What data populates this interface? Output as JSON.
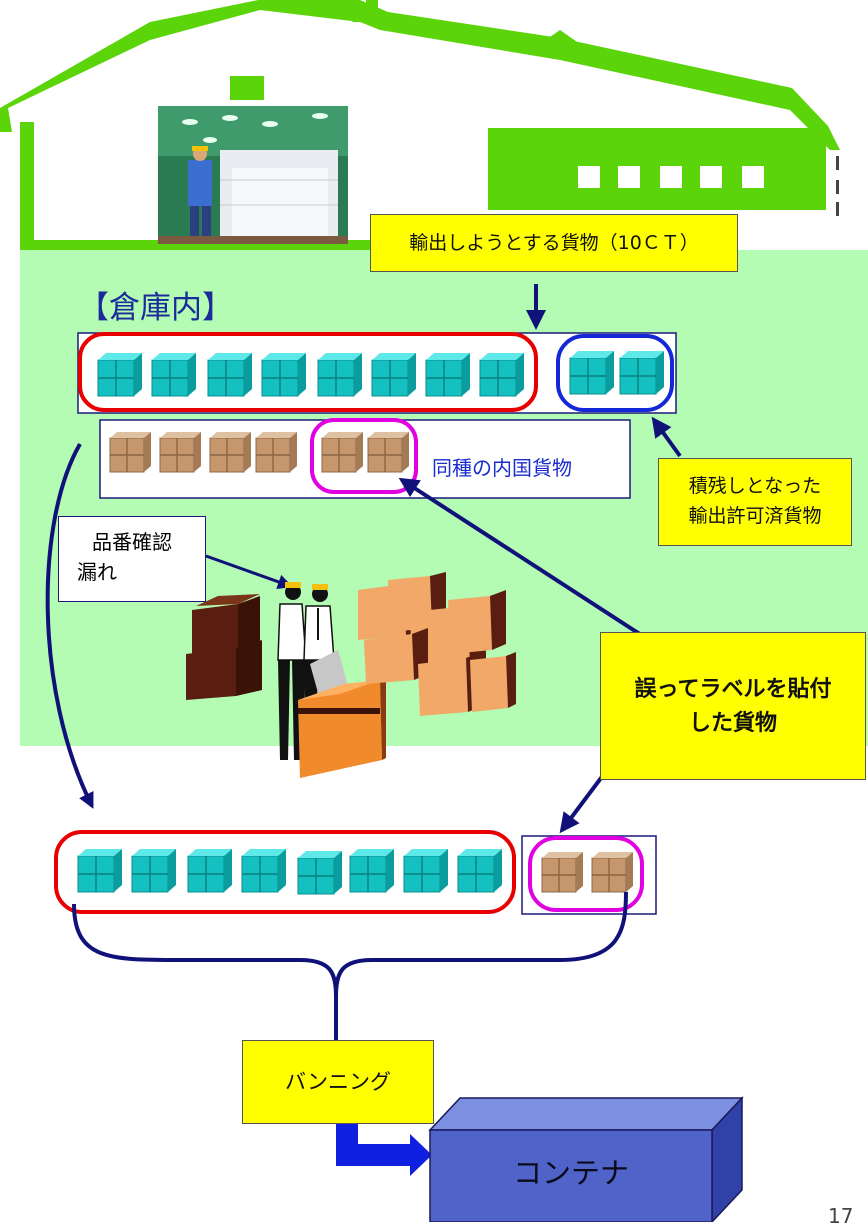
{
  "colors": {
    "warehouse_green": "#5cd40a",
    "floor_green": "#b4fbb4",
    "cyan_box": "#1bc4c4",
    "brown_box": "#c79a72",
    "red_ring": "#e80000",
    "blue_ring": "#1428d8",
    "magenta_ring": "#e000e0",
    "arrow_navy": "#10127a",
    "label_yellow": "#ffff00",
    "container_blue": "#4f63c8"
  },
  "labels": {
    "export_cargo": "輸出しようとする貨物（10ＣＴ）",
    "warehouse_inside": "【倉庫内】",
    "domestic_same_kind": "同種の内国貨物",
    "leftover_export_permitted_line1": "積残しとなった",
    "leftover_export_permitted_line2": "輸出許可済貨物",
    "part_number_check_line1": "品番確認",
    "part_number_check_line2": "漏れ",
    "mislabeled_line1": "誤ってラベルを貼付",
    "mislabeled_line2": "した貨物",
    "vanning": "バンニング",
    "container": "コンテナ",
    "page_number": "17"
  },
  "icons": {
    "warehouse": "warehouse-icon",
    "workers": "workers-icon",
    "cargo_box": "cargo-box-icon",
    "container": "container-icon"
  }
}
